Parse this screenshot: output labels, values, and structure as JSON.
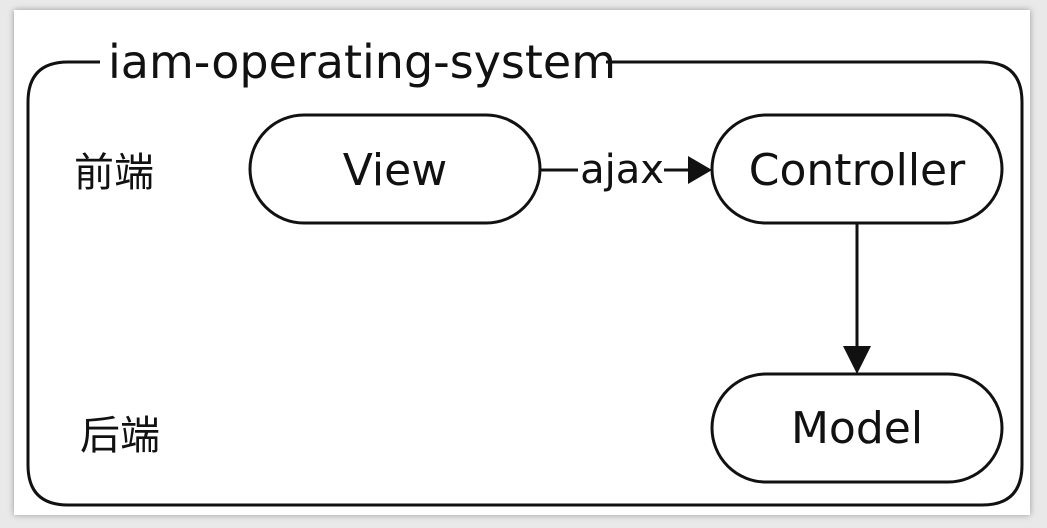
{
  "diagram": {
    "title": "iam-operating-system",
    "frontend_label": "前端",
    "backend_label": "后端",
    "nodes": {
      "view": "View",
      "controller": "Controller",
      "model": "Model"
    },
    "edges": {
      "view_to_controller": "ajax"
    },
    "colors": {
      "stroke": "#111111",
      "background": "#ffffff"
    }
  }
}
